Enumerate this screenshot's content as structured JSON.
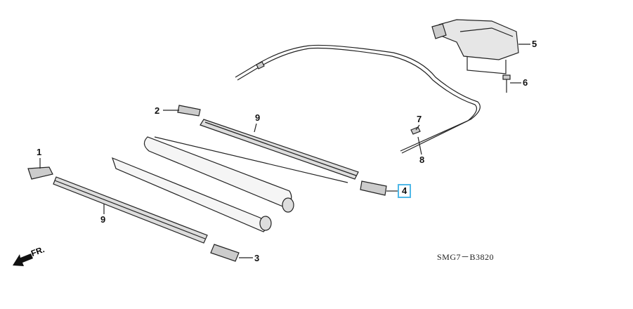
{
  "diagram": {
    "code": "SMG7－B3820",
    "direction_label": "FR.",
    "selected_part": "4",
    "highlight_color": "#4fb8e8",
    "callouts": [
      {
        "number": "1"
      },
      {
        "number": "2"
      },
      {
        "number": "3"
      },
      {
        "number": "4"
      },
      {
        "number": "5"
      },
      {
        "number": "6"
      },
      {
        "number": "7"
      },
      {
        "number": "8"
      },
      {
        "number": "9"
      },
      {
        "number": "9"
      }
    ]
  }
}
